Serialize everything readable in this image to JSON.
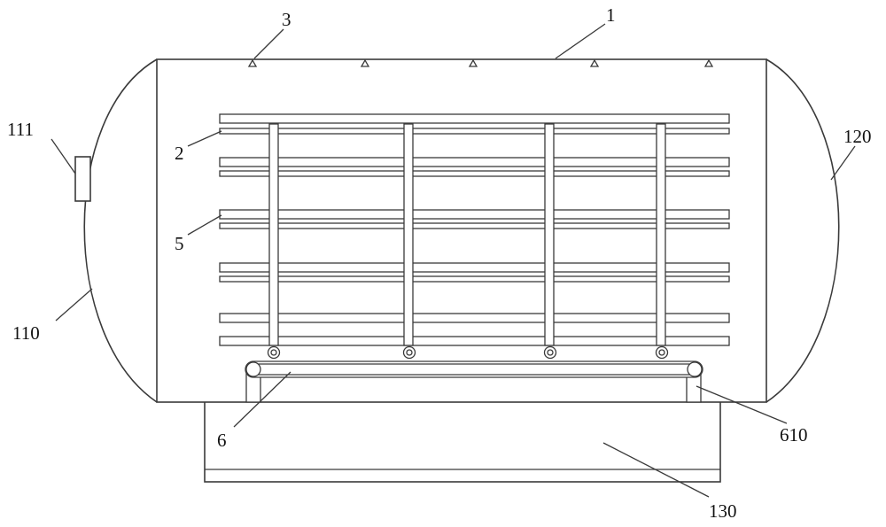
{
  "diagram": {
    "labels": {
      "housing": "1",
      "shelf_upper": "2",
      "nozzle": "3",
      "shelf_middle": "5",
      "conveyor": "6",
      "left_cap": "110",
      "port": "111",
      "right_cap": "120",
      "base": "130",
      "conveyor_support": "610"
    }
  }
}
